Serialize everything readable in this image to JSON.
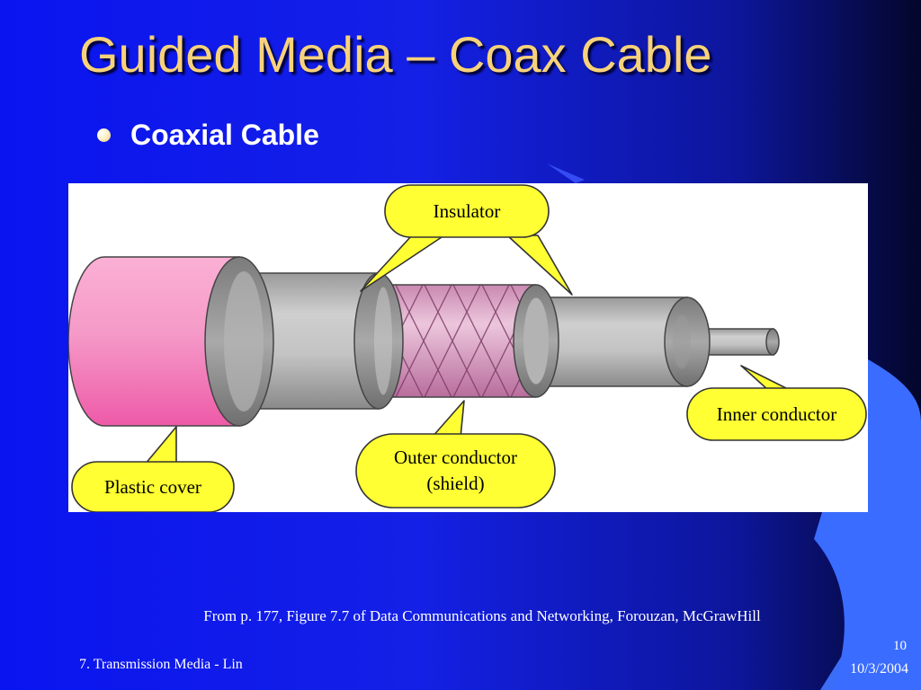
{
  "slide": {
    "title": "Guided Media – Coax Cable",
    "bullet": "Coaxial Cable"
  },
  "figure": {
    "labels": {
      "insulator": "Insulator",
      "inner_conductor": "Inner conductor",
      "outer_conductor_line1": "Outer conductor",
      "outer_conductor_line2": "(shield)",
      "plastic_cover": "Plastic cover"
    },
    "colors": {
      "callout_fill": "#ffff33",
      "plastic_cover": "#f06bb0",
      "gray_layer": "#bdbdbd",
      "shield": "#e5b3d0"
    }
  },
  "caption": "From p. 177, Figure 7.7 of Data Communications and Networking, Forouzan, McGrawHill",
  "footer": {
    "left": "7. Transmission Media - Lin",
    "page_number": "10",
    "date": "10/3/2004"
  }
}
